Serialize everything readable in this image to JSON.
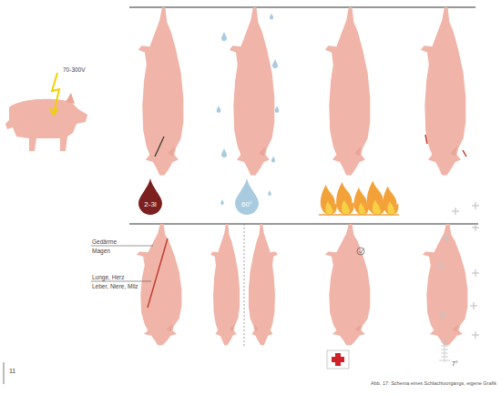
{
  "diagram": {
    "caption": "Abb. 17: Schema eines Schlachtvorgangs, eigene Grafik",
    "nodes": [
      {
        "text": [
          "2-3l"
        ]
      },
      {
        "text": [
          "60°"
        ]
      }
    ],
    "labels": [
      "70-300V",
      "Gedärme",
      "Magen",
      "Lunge, Herz",
      "Leber, Niere, Milz",
      "7°",
      "11"
    ]
  }
}
